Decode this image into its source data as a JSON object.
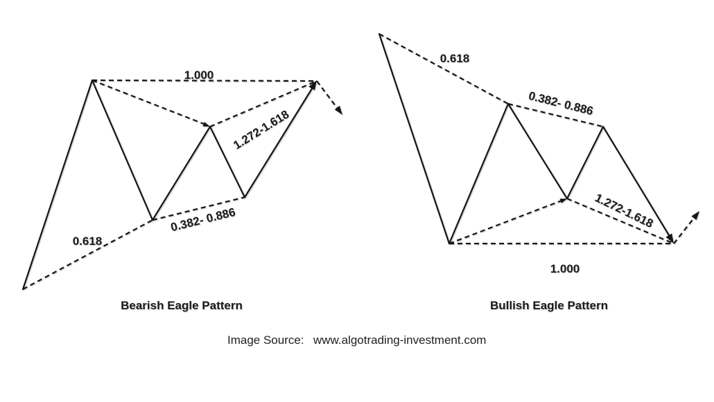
{
  "colors": {
    "background": "#ffffff",
    "ink": "#1a1a1a"
  },
  "bearish": {
    "title": "Bearish Eagle Pattern",
    "labels": {
      "ratio_1000": "1.000",
      "ratio_0618": "0.618",
      "ratio_0382_0886": "0.382- 0.886",
      "ratio_1272_1618": "1.272-1.618"
    }
  },
  "bullish": {
    "title": "Bullish Eagle Pattern",
    "labels": {
      "ratio_1000": "1.000",
      "ratio_0618": "0.618",
      "ratio_0382_0886": "0.382- 0.886",
      "ratio_1272_1618": "1.272-1.618"
    }
  },
  "source_line": {
    "prefix": "Image Source:",
    "url": "www.algotrading-investment.com"
  }
}
